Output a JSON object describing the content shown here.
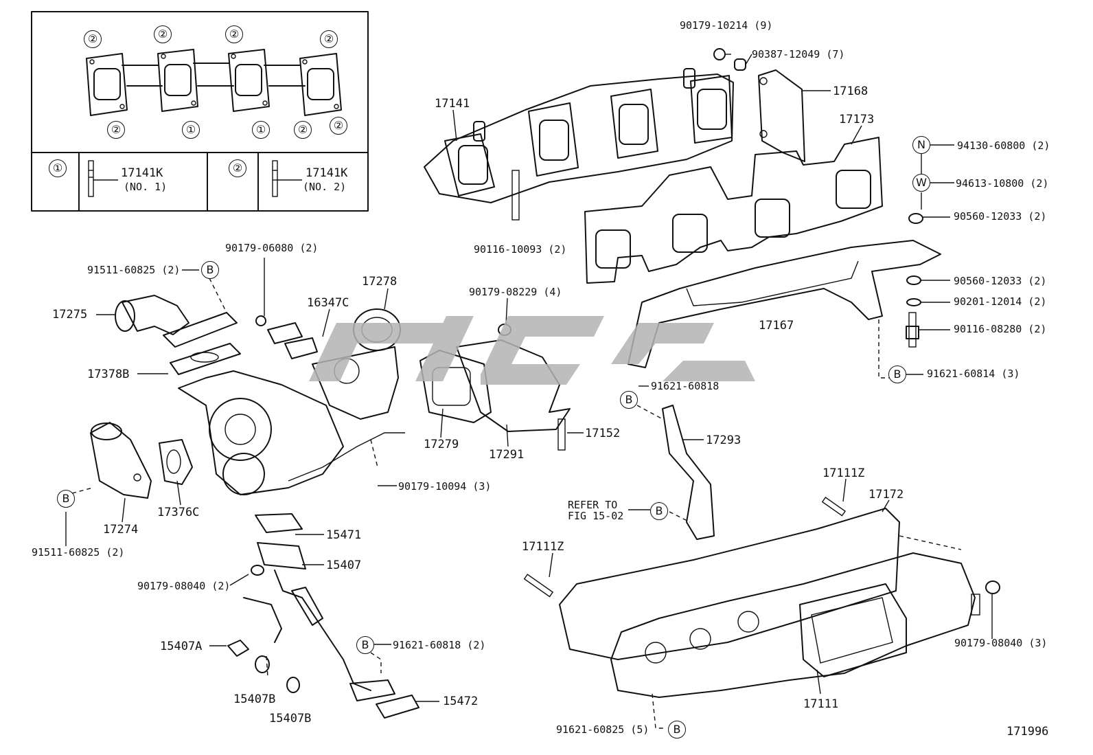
{
  "inset": {
    "gasket_markers_top": [
      "②",
      "②",
      "②",
      "②"
    ],
    "gasket_markers_bottom": [
      "②",
      "①",
      "①",
      "②",
      "②"
    ],
    "legend": [
      {
        "marker": "①",
        "part": "17141K",
        "note": "(NO. 1)"
      },
      {
        "marker": "②",
        "part": "17141K",
        "note": "(NO. 2)"
      }
    ]
  },
  "callouts": {
    "c90179_10214": "90179-10214 (9)",
    "c90387_12049": "90387-12049 (7)",
    "c17168": "17168",
    "c17141": "17141",
    "c17173": "17173",
    "c94130": "94130-60800 (2)",
    "c94613": "94613-10800 (2)",
    "c90560a": "90560-12033 (2)",
    "c90116_10093": "90116-10093 (2)",
    "c90560b": "90560-12033 (2)",
    "c90201": "90201-12014 (2)",
    "c90116_08280": "90116-08280 (2)",
    "c17167": "17167",
    "c91621_60814": "91621-60814 (3)",
    "c91621_60818a": "91621-60818",
    "c90179_06080": "90179-06080 (2)",
    "c91511_top": "91511-60825 (2)",
    "c17278": "17278",
    "c16347C": "16347C",
    "c90179_08229": "90179-08229 (4)",
    "c17275": "17275",
    "c17378B": "17378B",
    "c17279": "17279",
    "c17291": "17291",
    "c17152": "17152",
    "c17293": "17293",
    "c90179_10094": "90179-10094 (3)",
    "c17376C": "17376C",
    "c17274": "17274",
    "c91511_bottom": "91511-60825 (2)",
    "c15471": "15471",
    "c15407": "15407",
    "c90179_08040a": "90179-08040 (2)",
    "c15407A": "15407A",
    "c15407B_a": "15407B",
    "c15407B_b": "15407B",
    "c91621_60818b": "91621-60818 (2)",
    "c15472": "15472",
    "c17111Z_a": "17111Z",
    "c17172": "17172",
    "c17111Z_b": "17111Z",
    "refer_line1": "REFER TO",
    "refer_line2": "FIG 15-02",
    "c90179_08040b": "90179-08040 (3)",
    "c17111": "17111",
    "c91621_60825": "91621-60825 (5)"
  },
  "markers": {
    "B": "B",
    "N": "N",
    "W": "W"
  },
  "figure_number": "171996",
  "watermark_color": "#b3b3b3"
}
